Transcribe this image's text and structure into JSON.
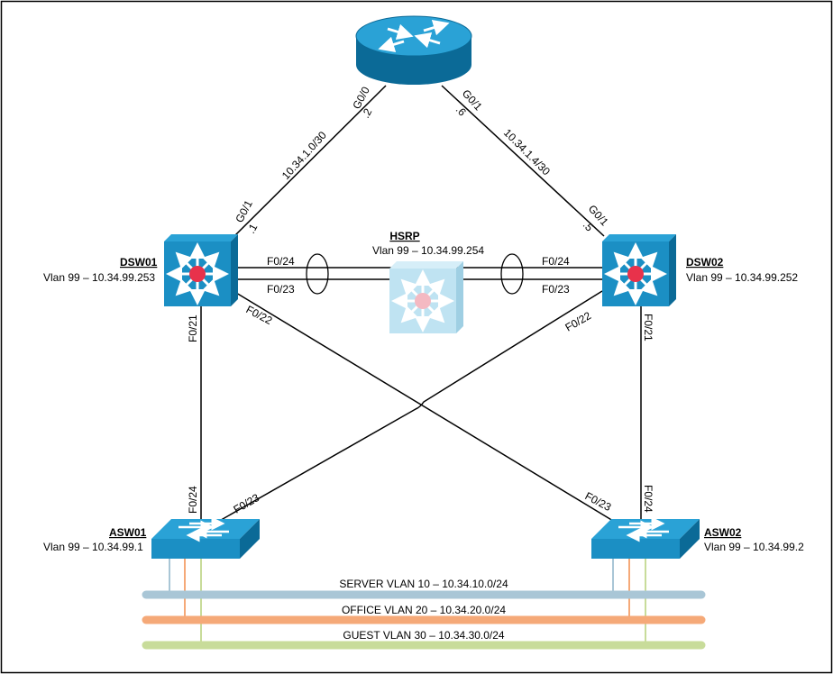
{
  "colors": {
    "link": "#000000",
    "device_top": "#2aa2d6",
    "device_side": "#0b6a97",
    "device_front": "#1b8fc4",
    "hsrp_front": "#bfe3f2",
    "hsrp_dot": "#f4b9c2",
    "core_dot": "#e8324b",
    "vlan_server": "#a9c6d6",
    "vlan_office": "#f5a978",
    "vlan_guest": "#c8dc9a"
  },
  "router": {
    "icon": "router-icon",
    "ports": {
      "left": "G0/0",
      "right": "G0/1"
    },
    "ips": {
      "left": ".2",
      "right": ".6"
    }
  },
  "links": {
    "left_subnet": "10.34.1.0/30",
    "right_subnet": "10.34.1.4/30"
  },
  "dsw01": {
    "name": "DSW01",
    "vlan": "Vlan 99 – 10.34.99.253",
    "uplink_port": "G0/1",
    "uplink_ip": ".1",
    "port_f24": "F0/24",
    "port_f23": "F0/23",
    "port_f21": "F0/21",
    "port_f22": "F0/22"
  },
  "dsw02": {
    "name": "DSW02",
    "vlan": "Vlan 99 – 10.34.99.252",
    "uplink_port": "G0/1",
    "uplink_ip": ".5",
    "port_f24": "F0/24",
    "port_f23": "F0/23",
    "port_f21": "F0/21",
    "port_f22": "F0/22"
  },
  "hsrp": {
    "title": "HSRP",
    "vlan": "Vlan 99 – 10.34.99.254"
  },
  "asw01": {
    "name": "ASW01",
    "vlan": "Vlan 99 – 10.34.99.1",
    "port_f24": "F0/24",
    "port_f23": "F0/23"
  },
  "asw02": {
    "name": "ASW02",
    "vlan": "Vlan 99 – 10.34.99.2",
    "port_f24": "F0/24",
    "port_f23": "F0/23"
  },
  "vlans": {
    "server": "SERVER VLAN 10 – 10.34.10.0/24",
    "office": "OFFICE VLAN 20 – 10.34.20.0/24",
    "guest": "GUEST VLAN 30 – 10.34.30.0/24"
  }
}
